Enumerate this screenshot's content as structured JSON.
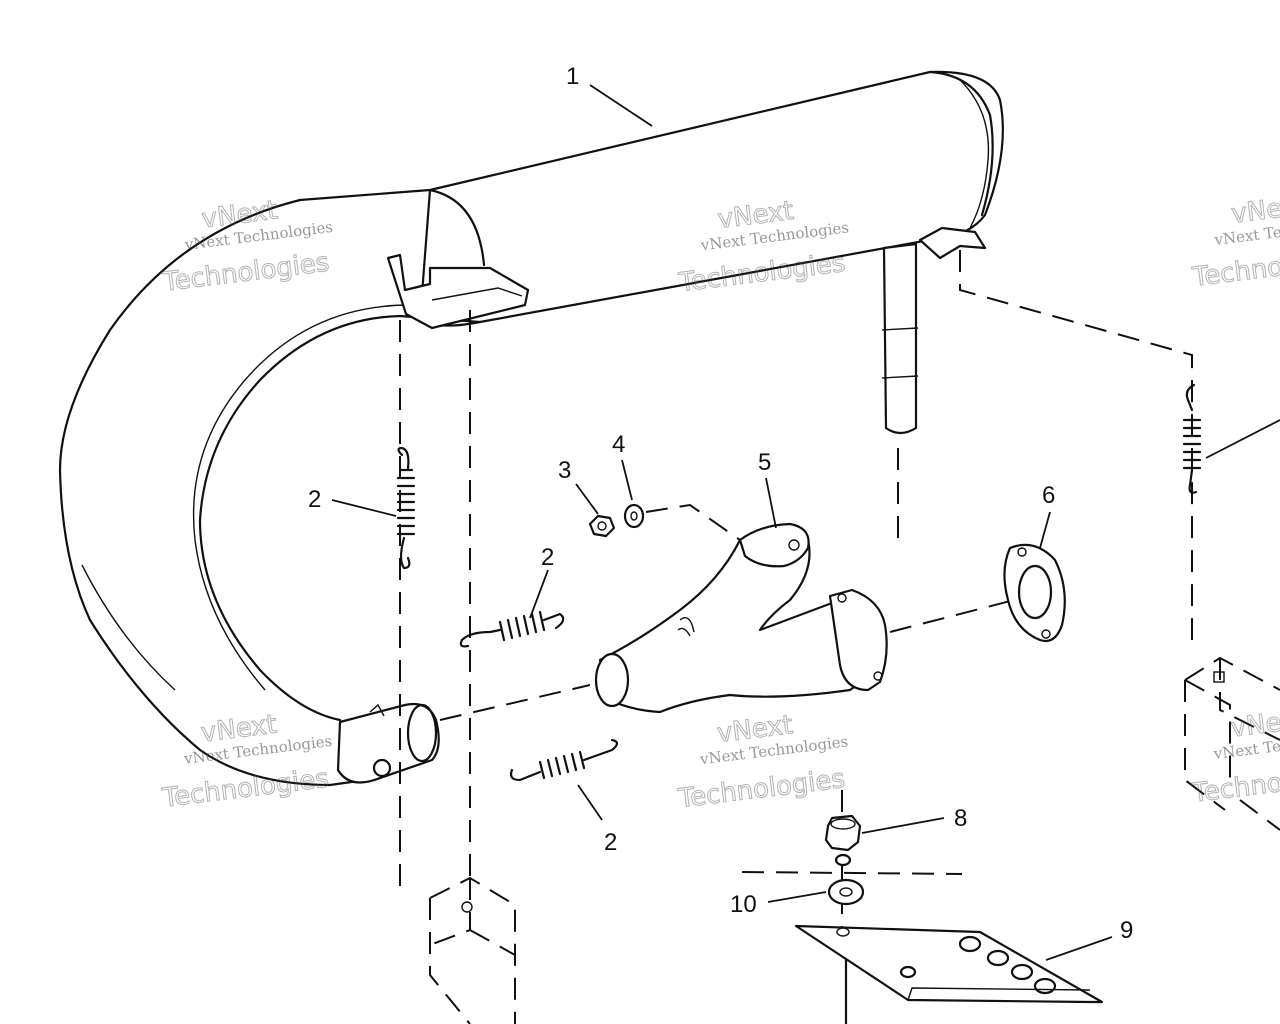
{
  "callouts": {
    "c1": "1",
    "c2a": "2",
    "c2b": "2",
    "c2c": "2",
    "c3": "3",
    "c4": "4",
    "c5": "5",
    "c6": "6",
    "c8": "8",
    "c9": "9",
    "c10": "10"
  },
  "watermark": {
    "line1": "vNext Technologies",
    "line2": "vNext",
    "line3": "Technologies"
  }
}
